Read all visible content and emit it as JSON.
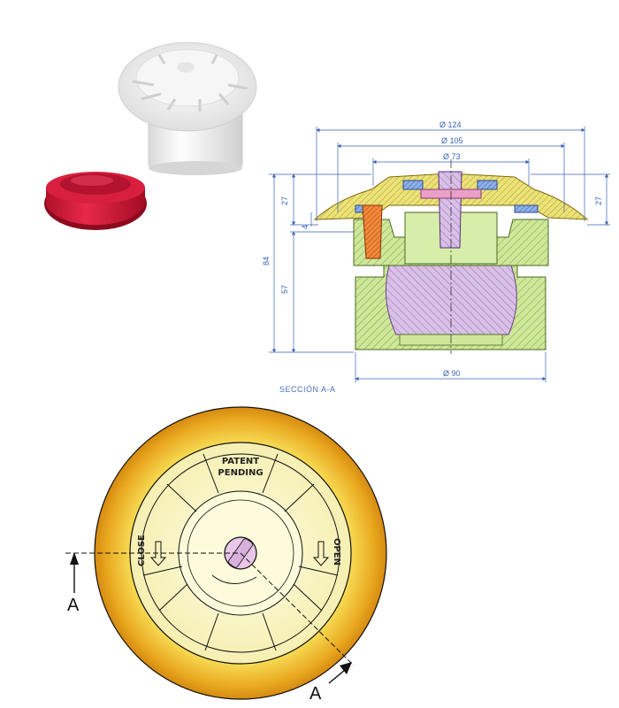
{
  "drawing": {
    "dimensions": {
      "d124": "Ø 124",
      "d105": "Ø 105",
      "d73": "Ø 73",
      "d90": "Ø 90",
      "h27_left": "27",
      "h27_right": "27",
      "h4": "4",
      "h84": "84",
      "h57": "57"
    },
    "section_caption": "SECCIÓN A-A",
    "face_labels": {
      "patent_line1": "PATENT",
      "patent_line2": "PENDING",
      "close": "CLOSE",
      "open": "OPEN"
    },
    "section_markers": {
      "left": "A",
      "bottom": "A"
    }
  }
}
